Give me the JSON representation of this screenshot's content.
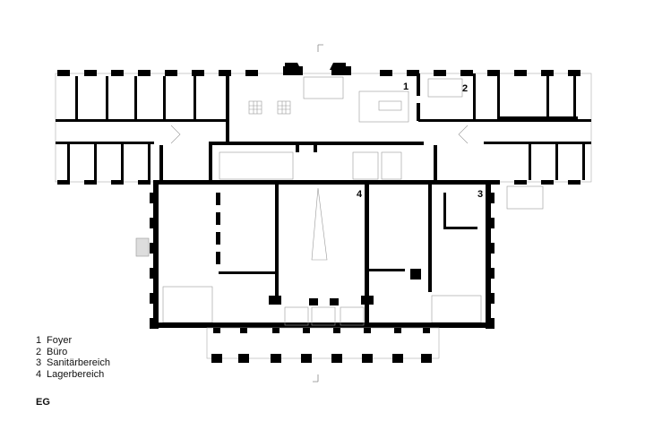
{
  "plan": {
    "room_numbers": [
      "1",
      "2",
      "3",
      "4"
    ],
    "colors": {
      "wall": "#000000",
      "line": "#9a9a9a",
      "background": "#ffffff"
    }
  },
  "legend": {
    "items": [
      {
        "number": "1",
        "label": "Foyer"
      },
      {
        "number": "2",
        "label": "Büro"
      },
      {
        "number": "3",
        "label": "Sanitärbereich"
      },
      {
        "number": "4",
        "label": "Lagerbereich"
      }
    ]
  },
  "sheet_label": "EG"
}
